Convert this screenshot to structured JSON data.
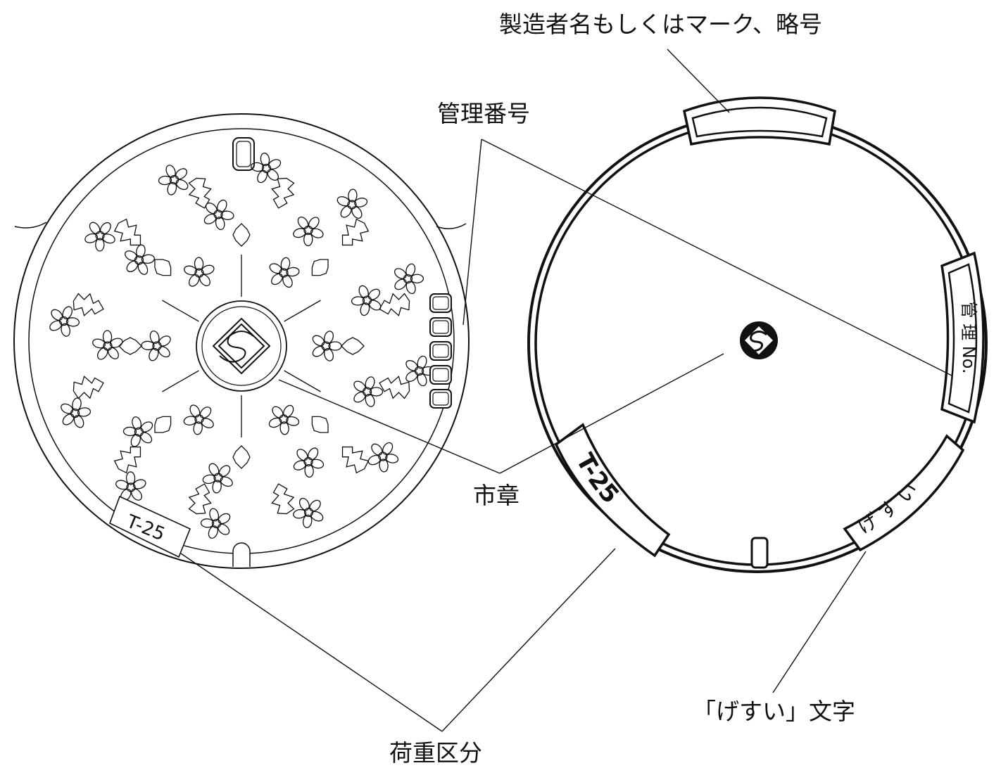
{
  "labels": {
    "manufacturer": "製造者名もしくはマーク、略号",
    "management_number": "管理番号",
    "city_emblem": "市章",
    "gesui_characters": "「げすい」文字",
    "load_class": "荷重区分"
  },
  "cover_left": {
    "load_mark": "T-25"
  },
  "cover_right": {
    "load_mark": "T-25",
    "management_text": "管 理 No.",
    "gesui_text": "げ す い"
  },
  "colors": {
    "line": "#111111",
    "background": "#ffffff"
  }
}
